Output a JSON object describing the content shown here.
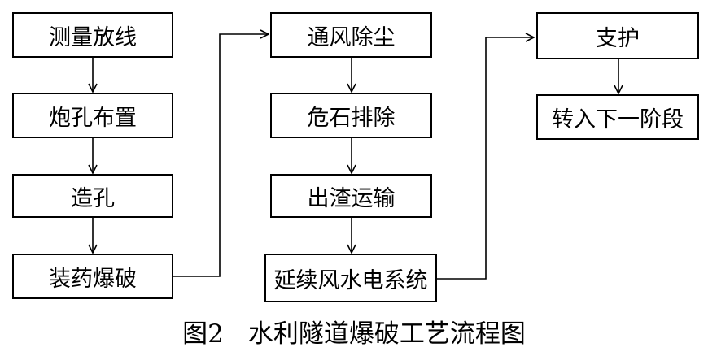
{
  "flowchart": {
    "column1": [
      "测量放线",
      "炮孔布置",
      "造孔",
      "装药爆破"
    ],
    "column2": [
      "通风除尘",
      "危石排除",
      "出渣运输",
      "延续风水电系统"
    ],
    "column3": [
      "支护",
      "转入下一阶段"
    ]
  },
  "caption": {
    "figure_number": "图2",
    "title": "水利隧道爆破工艺流程图"
  }
}
